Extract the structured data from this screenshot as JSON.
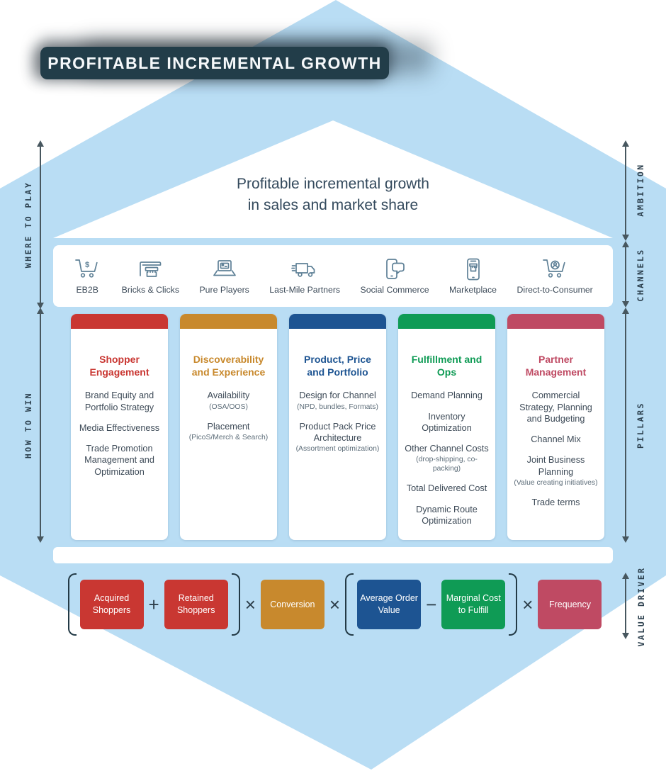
{
  "banner": {
    "title": "PROFITABLE INCREMENTAL GROWTH"
  },
  "ambition_statement": {
    "line1": "Profitable incremental growth",
    "line2": "in sales and market share"
  },
  "side_labels": {
    "where_to_play": "WHERE TO PLAY",
    "how_to_win": "HOW TO WIN",
    "ambition": "AMBITION",
    "channels": "CHANNELS",
    "pillars": "PILLARS",
    "value_driver": "VALUE DRIVER"
  },
  "channels": {
    "items": [
      {
        "label": "EB2B",
        "icon": "cart-dollar-icon"
      },
      {
        "label": "Bricks & Clicks",
        "icon": "storefront-icon"
      },
      {
        "label": "Pure Players",
        "icon": "laptop-icon"
      },
      {
        "label": "Last-Mile Partners",
        "icon": "delivery-truck-icon"
      },
      {
        "label": "Social Commerce",
        "icon": "phone-chat-icon"
      },
      {
        "label": "Marketplace",
        "icon": "phone-store-icon"
      },
      {
        "label": "Direct-to-Consumer",
        "icon": "cart-person-icon"
      }
    ]
  },
  "pillars": [
    {
      "title": "Shopper Engagement",
      "color": "#c93732",
      "items": [
        {
          "text": "Brand Equity and Portfolio Strategy"
        },
        {
          "text": "Media Effectiveness"
        },
        {
          "text": "Trade Promotion Management and Optimization"
        }
      ]
    },
    {
      "title": "Discoverability and Experience",
      "color": "#c8892d",
      "items": [
        {
          "text": "Availability",
          "sub": "(OSA/OOS)"
        },
        {
          "text": "Placement",
          "sub": "(PicoS/Merch & Search)"
        }
      ]
    },
    {
      "title": "Product, Price and Portfolio",
      "color": "#1d5492",
      "items": [
        {
          "text": "Design for Channel",
          "sub": "(NPD, bundles, Formats)"
        },
        {
          "text": "Product Pack Price Architecture",
          "sub": "(Assortment optimization)"
        }
      ]
    },
    {
      "title": "Fulfillment and Ops",
      "color": "#0f9b55",
      "items": [
        {
          "text": "Demand Planning"
        },
        {
          "text": "Inventory Optimization"
        },
        {
          "text": "Other Channel Costs",
          "sub": "(drop-shipping, co-packing)"
        },
        {
          "text": "Total Delivered Cost"
        },
        {
          "text": "Dynamic Route Optimization"
        }
      ]
    },
    {
      "title": "Partner Management",
      "color": "#bf4a63",
      "items": [
        {
          "text": "Commercial Strategy, Planning and Budgeting"
        },
        {
          "text": "Channel Mix"
        },
        {
          "text": "Joint Business Planning",
          "sub": "(Value creating initiatives)"
        },
        {
          "text": "Trade terms"
        }
      ]
    }
  ],
  "formula": {
    "boxes": [
      {
        "label": "Acquired Shoppers",
        "color": "#c93732"
      },
      {
        "label": "Retained Shoppers",
        "color": "#c93732"
      },
      {
        "label": "Conversion",
        "color": "#c8892d"
      },
      {
        "label": "Average Order Value",
        "color": "#1d5492"
      },
      {
        "label": "Marginal Cost to Fulfill",
        "color": "#0f9b55"
      },
      {
        "label": "Frequency",
        "color": "#bf4a63"
      }
    ],
    "operators": {
      "plus": "+",
      "multiply": "×",
      "minus": "−"
    }
  },
  "palette": {
    "hexagon_blue": "#b9ddf4",
    "banner_bg": "#223d49",
    "red": "#c93732",
    "gold": "#c8892d",
    "blue": "#1d5492",
    "green": "#0f9b55",
    "crimson": "#bf4a63",
    "icon_stroke": "#5e8096",
    "text_dark": "#33495c",
    "arrow": "#47575f"
  }
}
